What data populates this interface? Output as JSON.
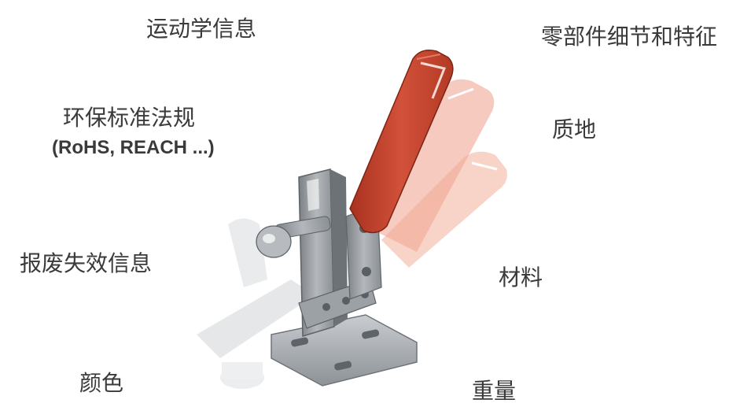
{
  "labels": {
    "kinematics": "运动学信息",
    "part_details": "零部件细节和特征",
    "environmental_regulations": "环保标准法规",
    "regulations_examples": "(RoHS, REACH ...)",
    "quality": "质地",
    "end_of_life": "报废失效信息",
    "material": "材料",
    "color": "颜色",
    "weight": "重量"
  },
  "colors": {
    "handle": "#c8452c",
    "handle_ghost": "#f0a08c",
    "metal": "#8f9499",
    "text": "#3a3a3a"
  },
  "illustration": {
    "subject": "toggle-clamp"
  }
}
